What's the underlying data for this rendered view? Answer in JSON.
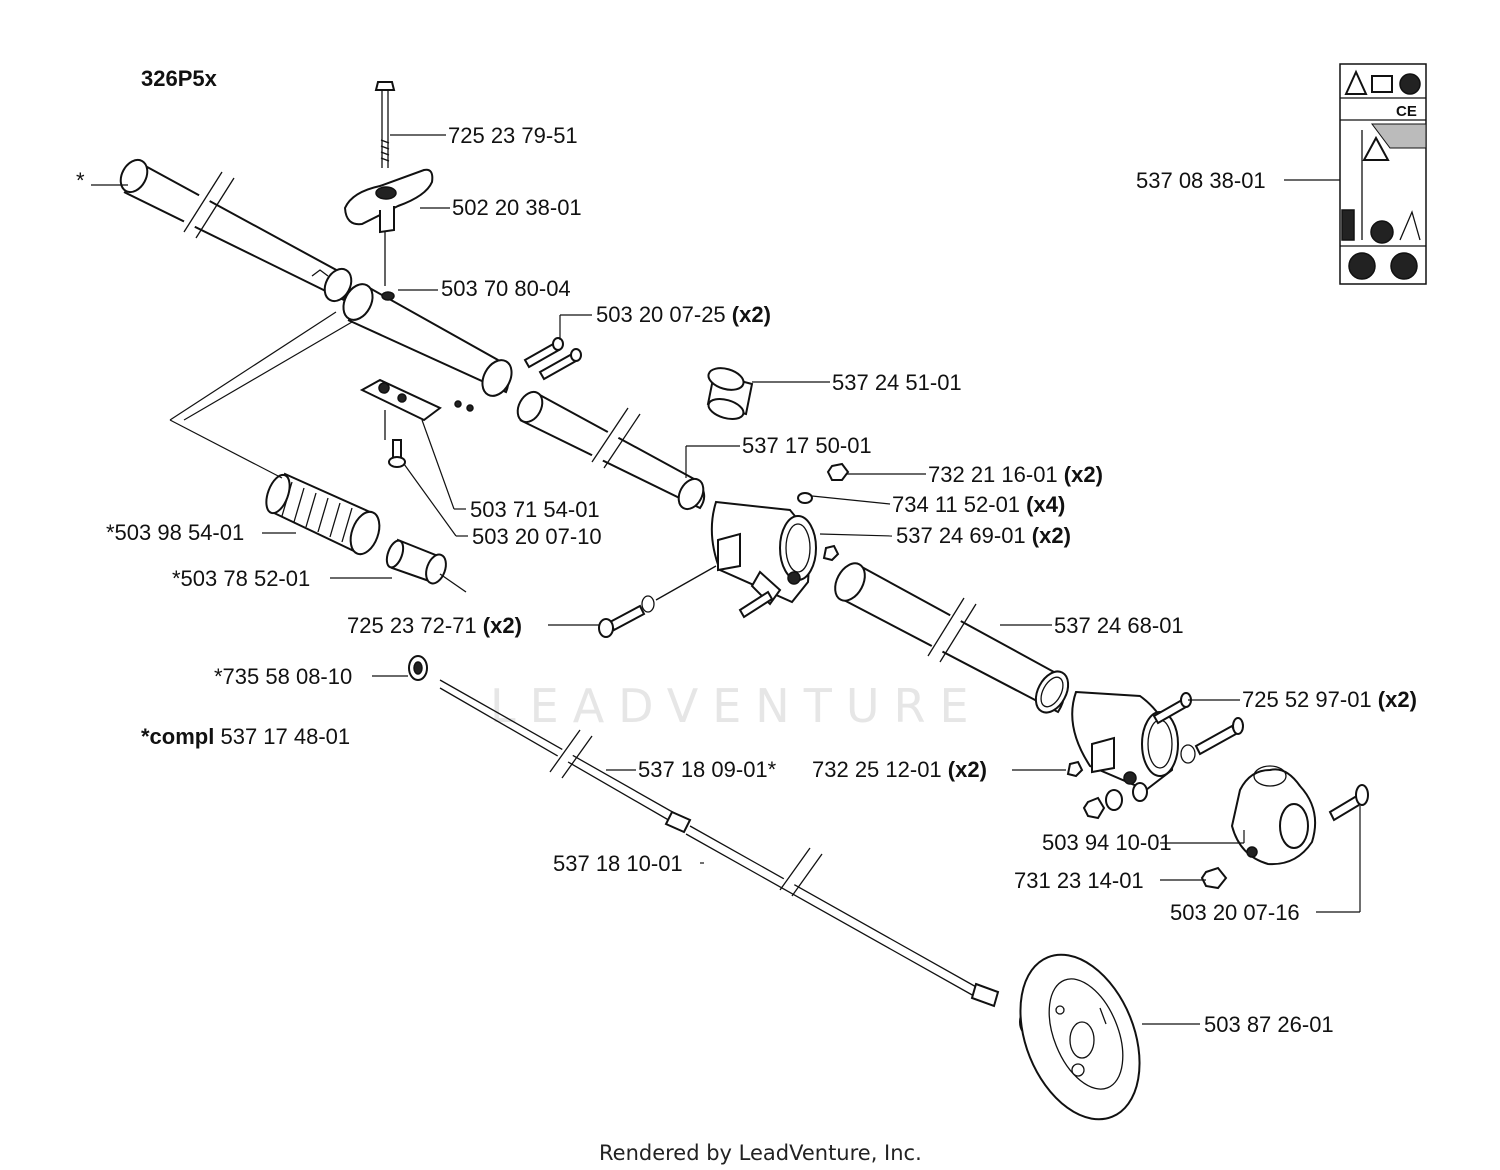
{
  "model": "326P5x",
  "compl_label": "*compl",
  "compl_number": "537 17 48-01",
  "star": "*",
  "watermark": "LEADVENTURE",
  "footer": "Rendered by LeadVenture, Inc.",
  "ce_mark": "CE",
  "parts": [
    {
      "id": "p1",
      "number": "725 23 79-51",
      "qty": ""
    },
    {
      "id": "p2",
      "number": "502 20 38-01",
      "qty": ""
    },
    {
      "id": "p3",
      "number": "503 70 80-04",
      "qty": ""
    },
    {
      "id": "p4",
      "number": "503 20 07-25",
      "qty": "(x2)"
    },
    {
      "id": "p5",
      "number": "537 24 51-01",
      "qty": ""
    },
    {
      "id": "p6",
      "number": "537 17 50-01",
      "qty": ""
    },
    {
      "id": "p7",
      "number": "732 21 16-01",
      "qty": "(x2)"
    },
    {
      "id": "p8",
      "number": "734 11 52-01",
      "qty": "(x4)"
    },
    {
      "id": "p9",
      "number": "537 24 69-01",
      "qty": "(x2)"
    },
    {
      "id": "p10",
      "number": "503 71 54-01",
      "qty": ""
    },
    {
      "id": "p11",
      "number": "503 20 07-10",
      "qty": ""
    },
    {
      "id": "p12",
      "number": "*503 98 54-01",
      "qty": ""
    },
    {
      "id": "p13",
      "number": "*503 78 52-01",
      "qty": ""
    },
    {
      "id": "p14",
      "number": "725 23 72-71",
      "qty": "(x2)"
    },
    {
      "id": "p15",
      "number": "537 24 68-01",
      "qty": ""
    },
    {
      "id": "p16",
      "number": "*735 58 08-10",
      "qty": ""
    },
    {
      "id": "p17",
      "number": "725 52 97-01",
      "qty": "(x2)"
    },
    {
      "id": "p18",
      "number": "537 18 09-01*",
      "qty": ""
    },
    {
      "id": "p19",
      "number": "732 25 12-01",
      "qty": "(x2)"
    },
    {
      "id": "p20",
      "number": "503 94 10-01",
      "qty": ""
    },
    {
      "id": "p21",
      "number": "537 18 10-01",
      "qty": ""
    },
    {
      "id": "p22",
      "number": "731 23 14-01",
      "qty": ""
    },
    {
      "id": "p23",
      "number": "503 20 07-16",
      "qty": ""
    },
    {
      "id": "p24",
      "number": "503 87 26-01",
      "qty": ""
    },
    {
      "id": "p25",
      "number": "537 08 38-01",
      "qty": ""
    }
  ]
}
